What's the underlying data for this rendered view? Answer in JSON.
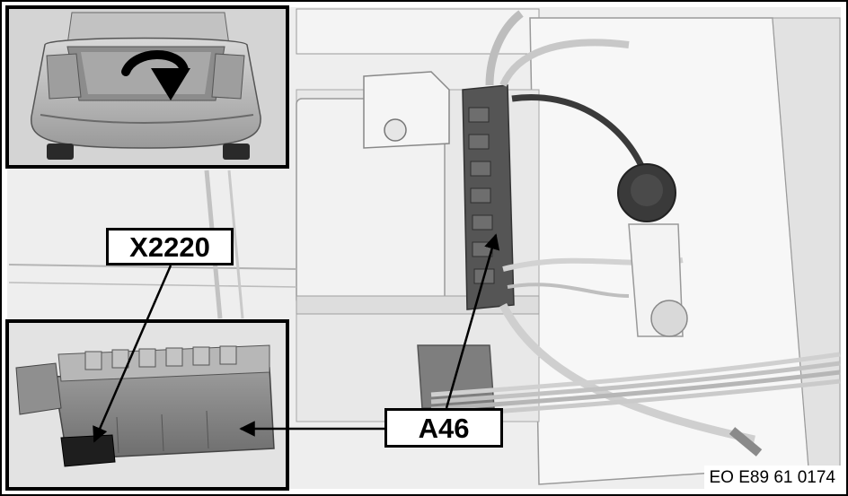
{
  "callouts": {
    "x2220": "X2220",
    "a46": "A46"
  },
  "drawing_id": "EO E89 61 0174",
  "colors": {
    "frame": "#000000",
    "background": "#ffffff",
    "panel_light": "#e9e9e9",
    "panel_mid": "#cfcfcf",
    "panel_dark": "#7a7a7a",
    "car_body": "#b8b8b8"
  },
  "icons": {
    "rotation_arrow": "rotate-down-arrow-icon",
    "leader_arrow": "leader-arrow-icon"
  }
}
